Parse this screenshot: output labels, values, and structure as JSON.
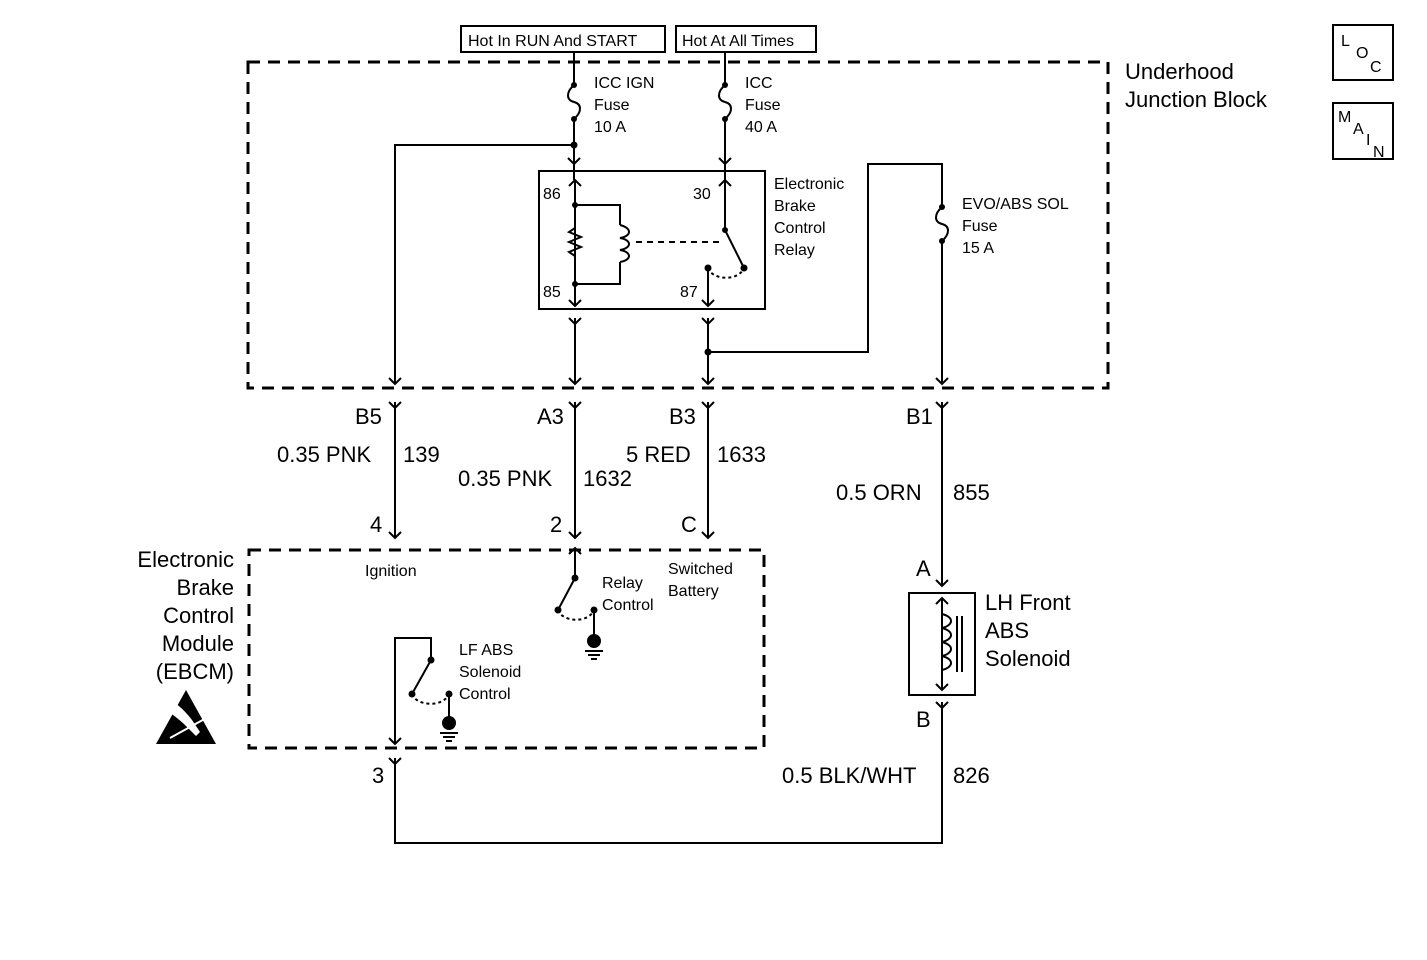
{
  "top_labels": {
    "hot_run_start": "Hot In RUN And START",
    "hot_all_times": "Hot At All Times"
  },
  "nav": {
    "loc": [
      "L",
      "O",
      "C"
    ],
    "main": [
      "M",
      "A",
      "I",
      "N"
    ]
  },
  "underhood_block": {
    "title_line1": "Underhood",
    "title_line2": "Junction Block"
  },
  "fuses": {
    "icc_ign": [
      "ICC IGN",
      "Fuse",
      "10 A"
    ],
    "icc": [
      "ICC",
      "Fuse",
      "40 A"
    ],
    "evo_abs": [
      "EVO/ABS SOL",
      "Fuse",
      "15 A"
    ]
  },
  "relay": {
    "label": [
      "Electronic",
      "Brake",
      "Control",
      "Relay"
    ],
    "pin_86": "86",
    "pin_85": "85",
    "pin_30": "30",
    "pin_87": "87"
  },
  "connectors": {
    "b5": "B5",
    "a3": "A3",
    "b3": "B3",
    "b1": "B1",
    "pin4": "4",
    "pin2": "2",
    "pinC": "C",
    "pin3": "3",
    "solA": "A",
    "solB": "B"
  },
  "wires": {
    "w139": {
      "gauge_color": "0.35 PNK",
      "circuit": "139"
    },
    "w1632": {
      "gauge_color": "0.35 PNK",
      "circuit": "1632"
    },
    "w1633": {
      "gauge_color": "5 RED",
      "circuit": "1633"
    },
    "w855": {
      "gauge_color": "0.5 ORN",
      "circuit": "855"
    },
    "w826": {
      "gauge_color": "0.5 BLK/WHT",
      "circuit": "826"
    }
  },
  "ebcm": {
    "title": [
      "Electronic",
      "Brake",
      "Control",
      "Module",
      "(EBCM)"
    ],
    "ignition": "Ignition",
    "relay_control": [
      "Relay",
      "Control"
    ],
    "switched_battery": [
      "Switched",
      "Battery"
    ],
    "lf_abs_control": [
      "LF ABS",
      "Solenoid",
      "Control"
    ]
  },
  "solenoid": {
    "label": [
      "LH Front",
      "ABS",
      "Solenoid"
    ]
  }
}
